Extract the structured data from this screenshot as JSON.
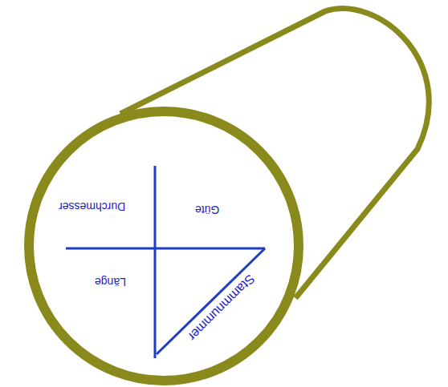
{
  "diagram": {
    "nodes": [
      {
        "text": [
          "Durchmesser",
          "Güte",
          "Länge",
          "Stammnummer"
        ]
      }
    ]
  }
}
